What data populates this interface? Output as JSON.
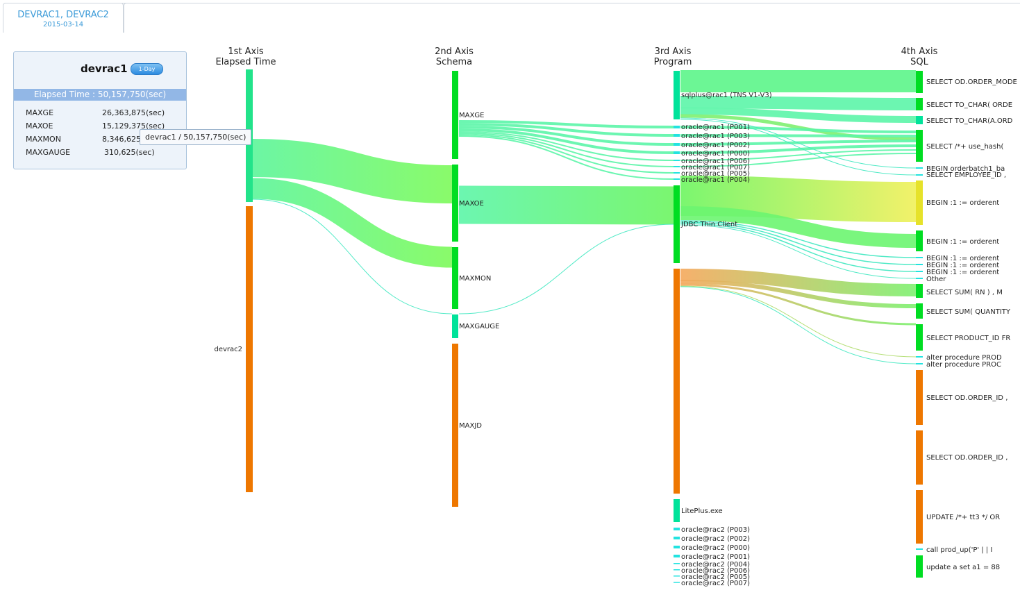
{
  "tabs": [
    {
      "title": "DEVRAC1, DEVRAC2",
      "date": "2015-03-14"
    }
  ],
  "panel": {
    "title": "devrac1",
    "badge": "1-Day",
    "elapsed": "Elapsed Time : 50,157,750(sec)",
    "rows": [
      {
        "name": "MAXGE",
        "value": "26,363,875(sec)"
      },
      {
        "name": "MAXOE",
        "value": "15,129,375(sec)"
      },
      {
        "name": "MAXMON",
        "value": "8,346,625(sec)"
      },
      {
        "name": "MAXGAUGE",
        "value": "310,625(sec)"
      }
    ]
  },
  "tooltip": "devrac1 / 50,157,750(sec)",
  "axes": [
    {
      "line1": "1st Axis",
      "line2": "Elapsed Time"
    },
    {
      "line1": "2nd Axis",
      "line2": "Schema"
    },
    {
      "line1": "3rd Axis",
      "line2": "Program"
    },
    {
      "line1": "4th Axis",
      "line2": "SQL"
    }
  ],
  "colors": {
    "green": "#00dd22",
    "teal": "#00e39a",
    "cyan": "#22e3e0",
    "orange": "#ee7700",
    "yellow": "#e6e22a"
  },
  "nodes": {
    "axis1": [
      {
        "label": "devrac1",
        "color": "#00e39a",
        "label_visible": false
      },
      {
        "label": "devrac2",
        "color": "#ee7700"
      }
    ],
    "axis2": [
      {
        "label": "MAXGE",
        "color": "#00dd22"
      },
      {
        "label": "MAXOE",
        "color": "#00dd22"
      },
      {
        "label": "MAXMON",
        "color": "#00dd22"
      },
      {
        "label": "MAXGAUGE",
        "color": "#00e39a"
      },
      {
        "label": "MAXJD",
        "color": "#ee7700"
      }
    ],
    "axis3": [
      {
        "label": "sqlplus@rac1 (TNS V1-V3)",
        "color": "#00e39a"
      },
      {
        "label": "oracle@rac1 (P001)",
        "color": "#22e3e0"
      },
      {
        "label": "oracle@rac1 (P003)",
        "color": "#22e3e0"
      },
      {
        "label": "oracle@rac1 (P002)",
        "color": "#22e3e0"
      },
      {
        "label": "oracle@rac1 (P000)",
        "color": "#22e3e0"
      },
      {
        "label": "oracle@rac1 (P006)",
        "color": "#22e3e0"
      },
      {
        "label": "oracle@rac1 (P007)",
        "color": "#22e3e0"
      },
      {
        "label": "oracle@rac1 (P005)",
        "color": "#22e3e0"
      },
      {
        "label": "oracle@rac1 (P004)",
        "color": "#22e3e0"
      },
      {
        "label": "JDBC Thin Client",
        "color": "#00dd22"
      },
      {
        "label": "",
        "color": "#ee7700"
      },
      {
        "label": "LitePlus.exe",
        "color": "#00e39a"
      },
      {
        "label": "oracle@rac2 (P003)",
        "color": "#22e3e0"
      },
      {
        "label": "oracle@rac2 (P002)",
        "color": "#22e3e0"
      },
      {
        "label": "oracle@rac2 (P000)",
        "color": "#22e3e0"
      },
      {
        "label": "oracle@rac2 (P001)",
        "color": "#22e3e0"
      },
      {
        "label": "oracle@rac2 (P004)",
        "color": "#22e3e0"
      },
      {
        "label": "oracle@rac2 (P006)",
        "color": "#22e3e0"
      },
      {
        "label": "oracle@rac2 (P005)",
        "color": "#22e3e0"
      },
      {
        "label": "oracle@rac2 (P007)",
        "color": "#22e3e0"
      }
    ],
    "axis4": [
      {
        "label": "SELECT OD.ORDER_MODE",
        "color": "#00dd22"
      },
      {
        "label": "SELECT TO_CHAR( ORDE",
        "color": "#00dd22"
      },
      {
        "label": "SELECT TO_CHAR(A.ORD",
        "color": "#00e39a"
      },
      {
        "label": "SELECT /*+ use_hash(",
        "color": "#00dd22"
      },
      {
        "label": "BEGIN orderbatch1_ba",
        "color": "#22e3e0"
      },
      {
        "label": "SELECT EMPLOYEE_ID ,",
        "color": "#22e3e0"
      },
      {
        "label": "BEGIN :1 := orderent",
        "color": "#e6e22a"
      },
      {
        "label": "BEGIN :1 := orderent",
        "color": "#00dd22"
      },
      {
        "label": "BEGIN :1 := orderent",
        "color": "#22e3e0"
      },
      {
        "label": "BEGIN :1 := orderent",
        "color": "#22e3e0"
      },
      {
        "label": "BEGIN :1 := orderent",
        "color": "#22e3e0"
      },
      {
        "label": "Other",
        "color": "#22e3e0"
      },
      {
        "label": "SELECT SUM( RN ) , M",
        "color": "#00dd22"
      },
      {
        "label": "SELECT SUM( QUANTITY",
        "color": "#00dd22"
      },
      {
        "label": "SELECT PRODUCT_ID FR",
        "color": "#00dd22"
      },
      {
        "label": "alter procedure PROD",
        "color": "#22e3e0"
      },
      {
        "label": "alter procedure PROC",
        "color": "#22e3e0"
      },
      {
        "label": "SELECT OD.ORDER_ID ,",
        "color": "#ee7700"
      },
      {
        "label": "SELECT OD.ORDER_ID ,",
        "color": "#ee7700"
      },
      {
        "label": "UPDATE /*+ tt3 */ OR",
        "color": "#ee7700"
      },
      {
        "label": "call prod_up('P' | | I",
        "color": "#22e3e0"
      },
      {
        "label": "update a set a1 = 88",
        "color": "#00dd22"
      }
    ]
  }
}
